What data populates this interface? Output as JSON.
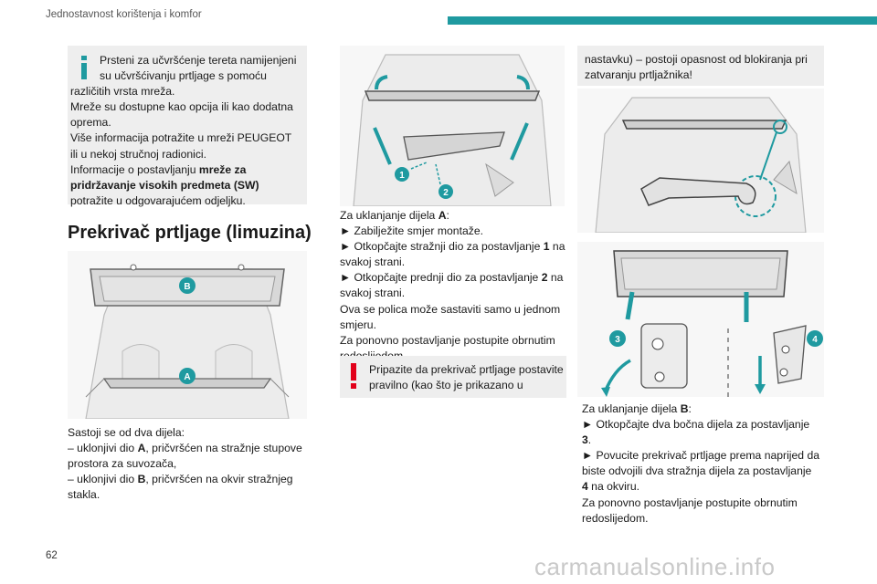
{
  "header": {
    "title": "Jednostavnost korištenja i komfor"
  },
  "info_box": {
    "line1": "Prsteni za učvršćenje tereta namijenjeni",
    "line2": "su učvršćivanju prtljage s pomoću",
    "line3": "različitih vrsta mreža.",
    "line4": "Mreže su dostupne kao opcija ili kao dodatna",
    "line5": "oprema.",
    "line6": "Više informacija potražite u mreži PEUGEOT",
    "line7": "ili u nekoj stručnoj radionici.",
    "line8": "Informacije o postavljanju",
    "line8_bold": "mreže za",
    "line9_bold": "pridržavanje visokih predmeta (SW)",
    "line10": "potražite u odgovarajućem odjeljku."
  },
  "section": {
    "heading": "Prekrivač prtljage (limuzina)"
  },
  "figure1": {
    "label_b": "B",
    "label_a": "A"
  },
  "col1_text": {
    "p1": "Sastoji se od dva dijela:",
    "p2a": "–  uklonjivi dio ",
    "p2b": "A",
    "p2c": ", pričvršćen na stražnje stupove",
    "p3": "prostora za suvozača,",
    "p4a": "–  uklonjivi dio ",
    "p4b": "B",
    "p4c": ", pričvršćen na okvir stražnjeg",
    "p5": "stakla."
  },
  "figure2": {
    "label_1": "1",
    "label_2": "2"
  },
  "col2_text": {
    "l1a": "Za uklanjanje dijela ",
    "l1b": "A",
    "l1c": ":",
    "l2": "►  Zabilježite smjer montaže.",
    "l3a": "►  Otkopčajte stražnji dio za postavljanje ",
    "l3b": "1",
    "l3c": " na",
    "l4": "svakoj strani.",
    "l5a": "►  Otkopčajte prednji dio za postavljanje ",
    "l5b": "2",
    "l5c": " na",
    "l6": "svakoj strani.",
    "l7": "Ova se polica može sastaviti samo u jednom",
    "l8": "smjeru.",
    "l9": "Za ponovno postavljanje postupite obrnutim",
    "l10": "redoslijedom."
  },
  "warning": {
    "line1": "Pripazite da prekrivač prtljage postavite",
    "line2": "pravilno (kao što je prikazano u"
  },
  "warning_cont": {
    "line1": "nastavku) – postoji opasnost od blokiranja pri",
    "line2": "zatvaranju prtljažnika!"
  },
  "figure4": {
    "label_3": "3",
    "label_4": "4"
  },
  "col3_text": {
    "l1a": "Za uklanjanje dijela ",
    "l1b": "B",
    "l1c": ":",
    "l2": "►  Otkopčajte dva bočna dijela za postavljanje",
    "l3": "3",
    "l3c": ".",
    "l4": "►  Povucite prekrivač prtljage prema naprijed da",
    "l5": "biste odvojili dva stražnja dijela za postavljanje",
    "l6": "4",
    "l6c": " na okviru.",
    "l7": "Za ponovno postavljanje postupite obrnutim",
    "l8": "redoslijedom."
  },
  "footer": {
    "page_number": "62",
    "watermark": "carmanualsonline.info"
  },
  "colors": {
    "accent": "#1f9aa0",
    "warning": "#e2001a",
    "info": "#1f9aa0",
    "box": "#eeeeee"
  }
}
